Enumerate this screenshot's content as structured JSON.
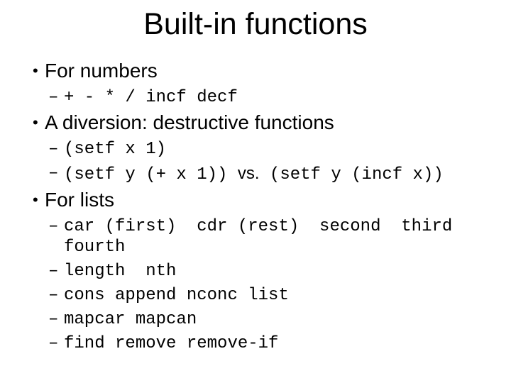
{
  "slide": {
    "title": "Built-in functions",
    "bullet_char": "•",
    "colors": {
      "text": "#000000",
      "background": "#ffffff"
    },
    "bullets": [
      {
        "label": "For numbers",
        "subs": [
          {
            "marker": "–",
            "segments": [
              "+ - * / incf decf"
            ]
          }
        ]
      },
      {
        "label": "A diversion: destructive functions",
        "subs": [
          {
            "marker": "–",
            "segments": [
              "(setf x 1)"
            ]
          },
          {
            "marker": "–",
            "segments": [
              "(setf y (+ x 1)) ",
              "vs.",
              " (setf y (incf x))"
            ]
          }
        ]
      },
      {
        "label": "For lists",
        "subs": [
          {
            "marker": "–",
            "segments": [
              "car (first)  cdr (rest)  second  third\nfourth"
            ]
          },
          {
            "marker": "–",
            "segments": [
              "length  nth"
            ]
          },
          {
            "marker": "–",
            "segments": [
              "cons append nconc list"
            ]
          },
          {
            "marker": "–",
            "segments": [
              "mapcar mapcan"
            ]
          },
          {
            "marker": "–",
            "segments": [
              "find remove remove-if"
            ]
          }
        ]
      }
    ]
  }
}
